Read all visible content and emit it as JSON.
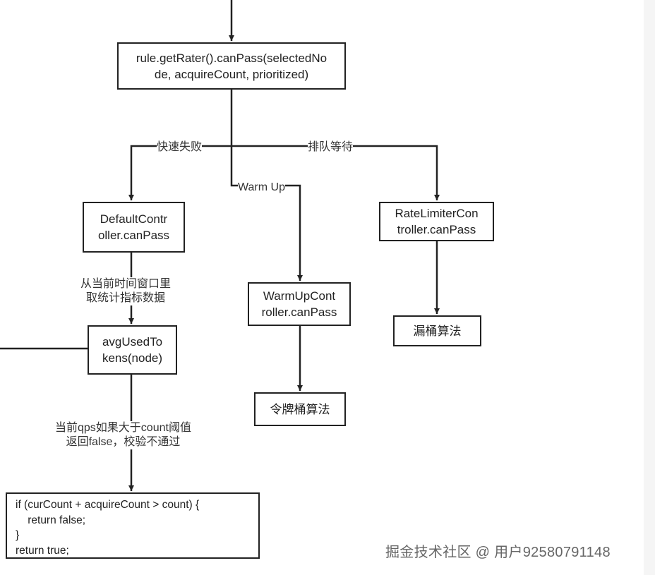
{
  "nodes": {
    "can_pass": [
      "rule.getRater().canPass(selectedNo",
      "de, acquireCount, prioritized)"
    ],
    "default_controller": [
      "DefaultContr",
      "oller.canPass"
    ],
    "warmup_controller": [
      "WarmUpCont",
      "roller.canPass"
    ],
    "ratelimiter_controller": [
      "RateLimiterCon",
      "troller.canPass"
    ],
    "avg_used_tokens": [
      "avgUsedTo",
      "kens(node)"
    ],
    "token_bucket": "令牌桶算法",
    "leaky_bucket": "漏桶算法",
    "code_block": [
      "if (curCount + acquireCount > count) {",
      "    return false;",
      "}",
      "return true;"
    ]
  },
  "edges": {
    "fast_fail": "快速失败",
    "queue_wait": "排队等待",
    "warm_up": "Warm Up",
    "fetch_stats": [
      "从当前时间窗口里",
      "取统计指标数据"
    ],
    "qps_check": [
      "当前qps如果大于count阈值",
      "返回false，校验不通过"
    ]
  },
  "watermark": "掘金技术社区 @ 用户92580791148"
}
